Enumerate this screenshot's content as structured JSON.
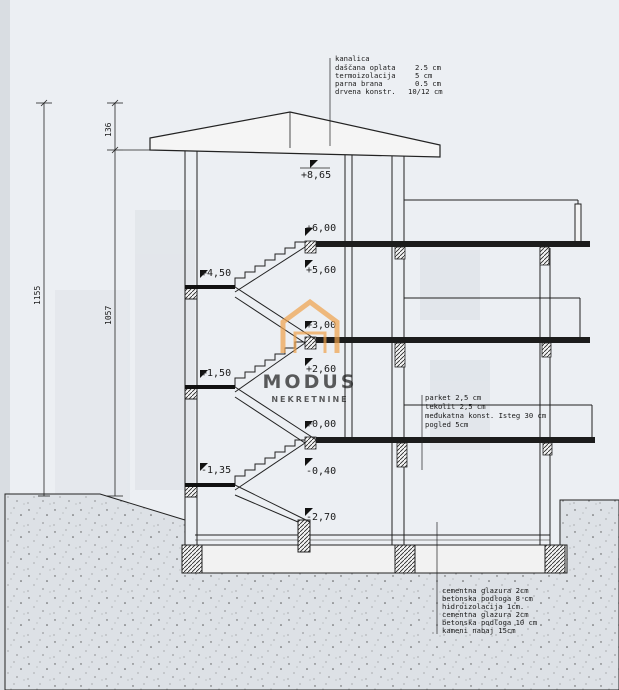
{
  "roof_layers": {
    "title": "kanalica",
    "rows": [
      {
        "name": "daščana oplata",
        "value": "2.5 cm"
      },
      {
        "name": "termoizolacija",
        "value": "5 cm"
      },
      {
        "name": "parna brana",
        "value": "0.5 cm"
      },
      {
        "name": "drvena konstr.",
        "value": "10/12 cm"
      }
    ]
  },
  "floor_layers": [
    "parket 2,5 cm",
    "tekolit 2,5 cm",
    "međukatna konst. Isteg 30 cm",
    "pogled 5cm"
  ],
  "ground_layers": [
    "cementna glazura 2cm",
    "betonska podloga 8 cm",
    "hidroizolacija 1cm.",
    "cementna glazura 2cm",
    "betonska podloga 10 cm",
    "kameni nabaj 15cm"
  ],
  "levels": {
    "ridge": "+8,65",
    "floor3": "+6,00",
    "ceiling3": "+5,60",
    "landing3": "+4,50",
    "floor2": "+3,00",
    "ceiling2": "+2,60",
    "landing2": "+1,50",
    "floor1": "+0,00",
    "floor1_below": "-0,40",
    "landing1": "-1,35",
    "basement": "-2,70"
  },
  "dimensions": {
    "total_height": "1155",
    "building_height": "1057",
    "roof_height": "136"
  },
  "watermark": {
    "brand": "MODUS",
    "tagline": "NEKRETNINE",
    "color": "#f0a24a"
  }
}
